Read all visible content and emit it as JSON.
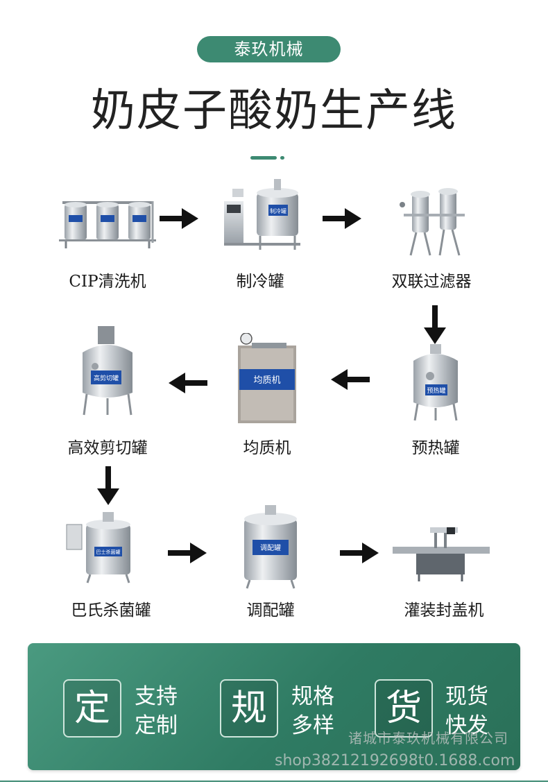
{
  "brand": "泰玖机械",
  "title": "奶皮子酸奶生产线",
  "steps": [
    {
      "label": "CIP清洗机",
      "icon": "cip-cleaner-machine"
    },
    {
      "label": "制冷罐",
      "icon": "cooling-tank",
      "tag": "制冷罐"
    },
    {
      "label": "双联过滤器",
      "icon": "duplex-filter"
    },
    {
      "label": "预热罐",
      "icon": "preheating-tank",
      "tag": "预热罐"
    },
    {
      "label": "均质机",
      "icon": "homogenizer",
      "tag": "均质机"
    },
    {
      "label": "高效剪切罐",
      "icon": "shear-tank",
      "tag": "高剪切罐"
    },
    {
      "label": "巴氏杀菌罐",
      "icon": "pasteurizing-tank",
      "tag": "巴士杀菌罐"
    },
    {
      "label": "调配罐",
      "icon": "blending-tank",
      "tag": "调配罐"
    },
    {
      "label": "灌装封盖机",
      "icon": "filling-capping-machine"
    }
  ],
  "features": [
    {
      "char": "定",
      "line1": "支持",
      "line2": "定制"
    },
    {
      "char": "规",
      "line1": "规格",
      "line2": "多样"
    },
    {
      "char": "货",
      "line1": "现货",
      "line2": "快发"
    }
  ],
  "watermark": {
    "company": "诸城市泰玖机械有限公司",
    "shop": "shop38212192698t0.1688.com"
  },
  "colors": {
    "accent": "#3d8a72",
    "steel": "#c9ced3",
    "label_blue": "#1f4fa8",
    "arrow": "#111111"
  }
}
